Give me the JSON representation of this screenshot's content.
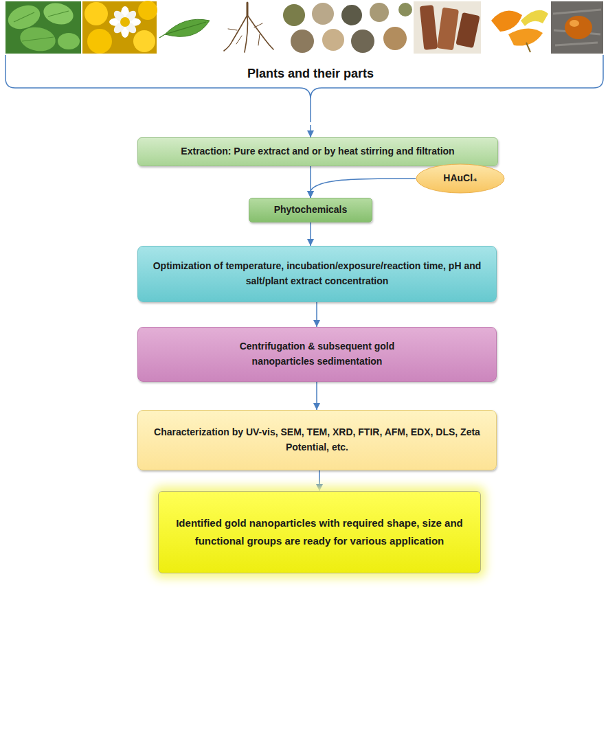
{
  "diagram": {
    "nodes": [
      {
        "text": [
          "Plants and their parts"
        ]
      },
      {
        "text": [
          "Extraction: Pure extract and or by heat stirring and filtration"
        ]
      },
      {
        "text": [
          "HAuCl₄"
        ]
      },
      {
        "text": [
          "Phytochemicals"
        ]
      },
      {
        "text": [
          "Optimization of temperature, incubation/exposure/reaction time, pH and salt/plant extract concentration"
        ]
      },
      {
        "text": [
          "Centrifugation & subsequent gold nanoparticles sedimentation"
        ]
      },
      {
        "text": [
          "Characterization by UV-vis, SEM, TEM, XRD, FTIR, AFM, EDX, DLS, Zeta Potential, etc."
        ]
      },
      {
        "text": [
          "Identified gold nanoparticles with required shape, size and functional groups are ready for various application"
        ]
      }
    ],
    "edges": [
      {
        "from": 0,
        "to": 1,
        "arrow": "to"
      },
      {
        "from": 1,
        "to": 3,
        "arrow": "to"
      },
      {
        "from": 2,
        "to": 3,
        "arrow": "to"
      },
      {
        "from": 3,
        "to": 4,
        "arrow": "to"
      },
      {
        "from": 4,
        "to": 5,
        "arrow": "to"
      },
      {
        "from": 5,
        "to": 6,
        "arrow": "to"
      },
      {
        "from": 6,
        "to": 7,
        "arrow": "to"
      }
    ]
  }
}
